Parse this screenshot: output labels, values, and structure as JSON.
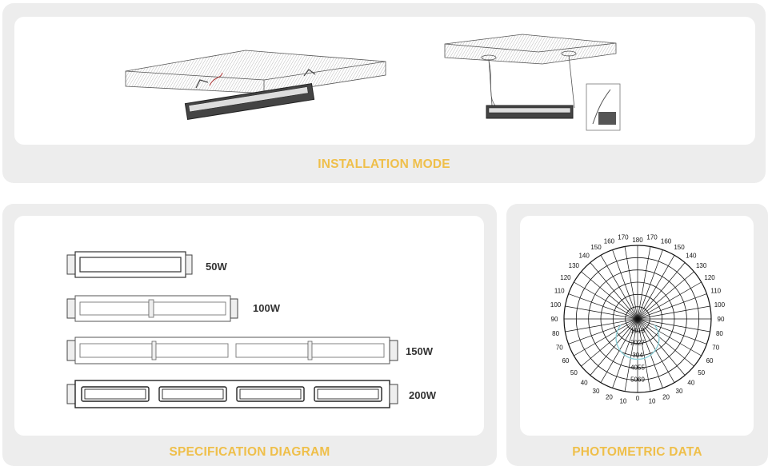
{
  "installation": {
    "caption": "INSTALLATION MODE"
  },
  "specification": {
    "caption": "SPECIFICATION DIAGRAM",
    "models": [
      {
        "watt": "50W",
        "modules": 1
      },
      {
        "watt": "100W",
        "modules": 2
      },
      {
        "watt": "150W",
        "modules": 4
      },
      {
        "watt": "200W",
        "modules": 4
      }
    ]
  },
  "photometric": {
    "caption": "PHOTOMETRIC DATA",
    "angle_labels_left": [
      "170",
      "160",
      "150",
      "140",
      "130",
      "120",
      "110",
      "100",
      "90",
      "80",
      "70",
      "60",
      "50",
      "40",
      "30",
      "20",
      "10"
    ],
    "angle_labels_right": [
      "170",
      "160",
      "150",
      "140",
      "130",
      "120",
      "110",
      "100",
      "90",
      "80",
      "70",
      "60",
      "50",
      "40",
      "30",
      "20",
      "10"
    ],
    "top_label": "180",
    "bottom_label": "0",
    "radial_labels": [
      "1013",
      "2027",
      "304",
      "4055",
      "5069"
    ],
    "curve_color": "#8fd0d8"
  }
}
